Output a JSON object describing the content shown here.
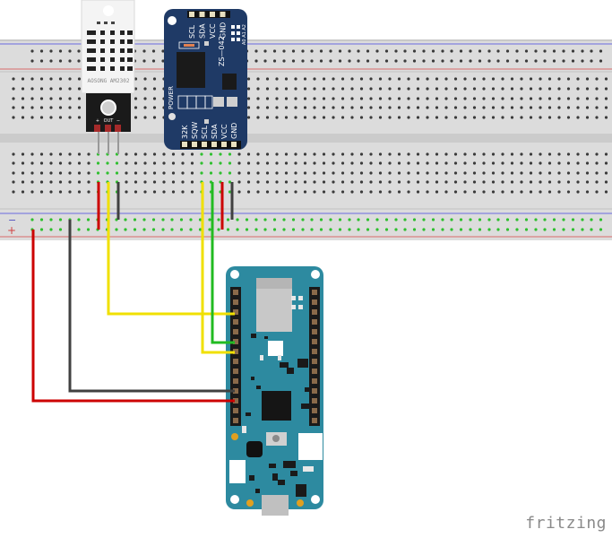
{
  "app": {
    "brand": "fritzing"
  },
  "breadboard": {
    "name": "Breadboard",
    "rail_minus_label": "−",
    "rail_plus_label": "+",
    "colors": {
      "board": "#dcdcdc",
      "rail_blue": "#5b5bd6",
      "rail_red": "#d05050",
      "hole": "#333333",
      "hole_active": "#2fbf2f"
    }
  },
  "dht_sensor": {
    "name": "DHT22 Temperature Humidity Sensor",
    "label": "AOSONG AM2302",
    "pins": [
      "+",
      "OUT",
      "−"
    ]
  },
  "rtc_module": {
    "name": "DS3231 RTC Module",
    "model": "ZS—042",
    "top_pins": [
      "SCL",
      "SDA",
      "VCC",
      "GND"
    ],
    "addr_pins": [
      "A0",
      "A1",
      "A2"
    ],
    "power_label": "POWER",
    "bottom_pins": [
      "32K",
      "SQW",
      "SCL",
      "SDA",
      "VCC",
      "GND"
    ]
  },
  "mcu_board": {
    "name": "Arduino MKR WiFi 1010",
    "color": "#2d8aa0"
  },
  "wires": [
    {
      "name": "dht-vcc-wire",
      "color": "#cc0000"
    },
    {
      "name": "dht-data-wire",
      "color": "#f0e000"
    },
    {
      "name": "dht-gnd-wire",
      "color": "#404040"
    },
    {
      "name": "rtc-scl-wire",
      "color": "#f0e000"
    },
    {
      "name": "rtc-sda-wire",
      "color": "#22bb22"
    },
    {
      "name": "rtc-vcc-wire",
      "color": "#cc0000"
    },
    {
      "name": "rtc-gnd-wire",
      "color": "#404040"
    },
    {
      "name": "power-gnd-wire",
      "color": "#404040"
    },
    {
      "name": "power-vcc-wire",
      "color": "#cc0000"
    }
  ]
}
